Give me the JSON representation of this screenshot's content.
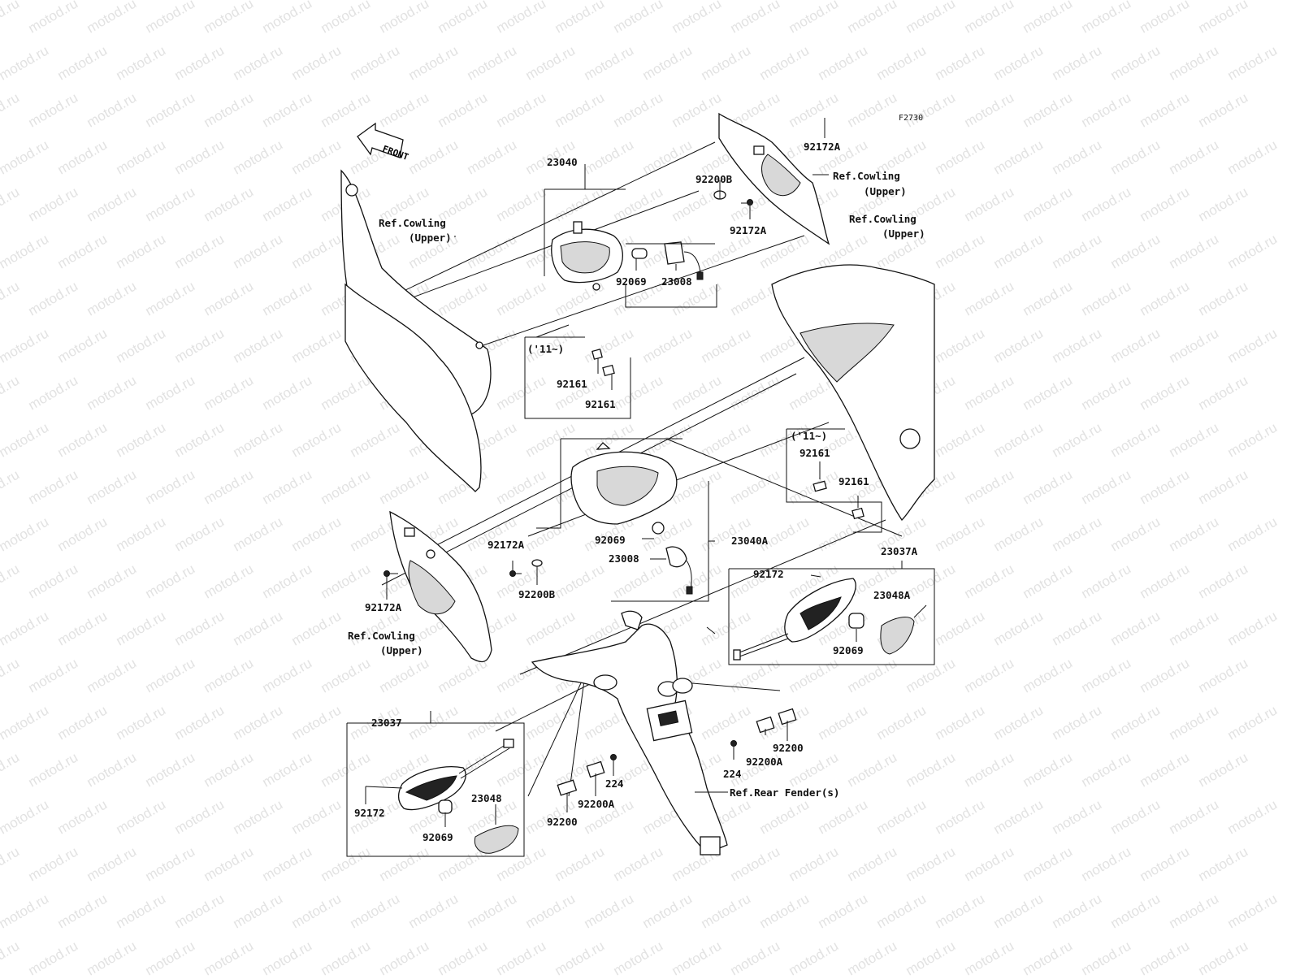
{
  "figure_code": "F2730",
  "front_label": "FRONT",
  "watermark": "motod.ru",
  "callouts": {
    "assy_23040": "23040",
    "washer_92200B_top": "92200B",
    "bolt_92172A_top_mid": "92172A",
    "bolt_92172A_top_right": "92172A",
    "bulb_92069_top": "92069",
    "socket_23008_top": "23008",
    "year_11_top": "('11~)",
    "pad_92161_top_a": "92161",
    "pad_92161_top_b": "92161",
    "year_11_mid": "('11~)",
    "pad_92161_mid_a": "92161",
    "pad_92161_mid_b": "92161",
    "bulb_92069_mid": "92069",
    "socket_23008_mid": "23008",
    "assy_23040A": "23040A",
    "bolt_92172A_mid": "92172A",
    "washer_92200B_mid": "92200B",
    "bolt_92172A_left": "92172A",
    "signal_23037A": "23037A",
    "screw_92172_right": "92172",
    "lens_23048A": "23048A",
    "bulb_92069_right": "92069",
    "signal_23037": "23037",
    "screw_92172_left": "92172",
    "bulb_92069_left": "92069",
    "lens_23048": "23048",
    "nut_224_a": "224",
    "plate_92200A_a": "92200A",
    "plate_92200_a": "92200",
    "nut_224_b": "224",
    "plate_92200A_b": "92200A",
    "plate_92200_b": "92200"
  },
  "references": {
    "cowling_upper_1_a": "Ref.Cowling",
    "cowling_upper_1_b": "(Upper)",
    "cowling_upper_2_a": "Ref.Cowling",
    "cowling_upper_2_b": "(Upper)",
    "cowling_upper_3_a": "Ref.Cowling",
    "cowling_upper_3_b": "(Upper)",
    "cowling_upper_4_a": "Ref.Cowling",
    "cowling_upper_4_b": "(Upper)",
    "rear_fender": "Ref.Rear Fender(s)"
  }
}
